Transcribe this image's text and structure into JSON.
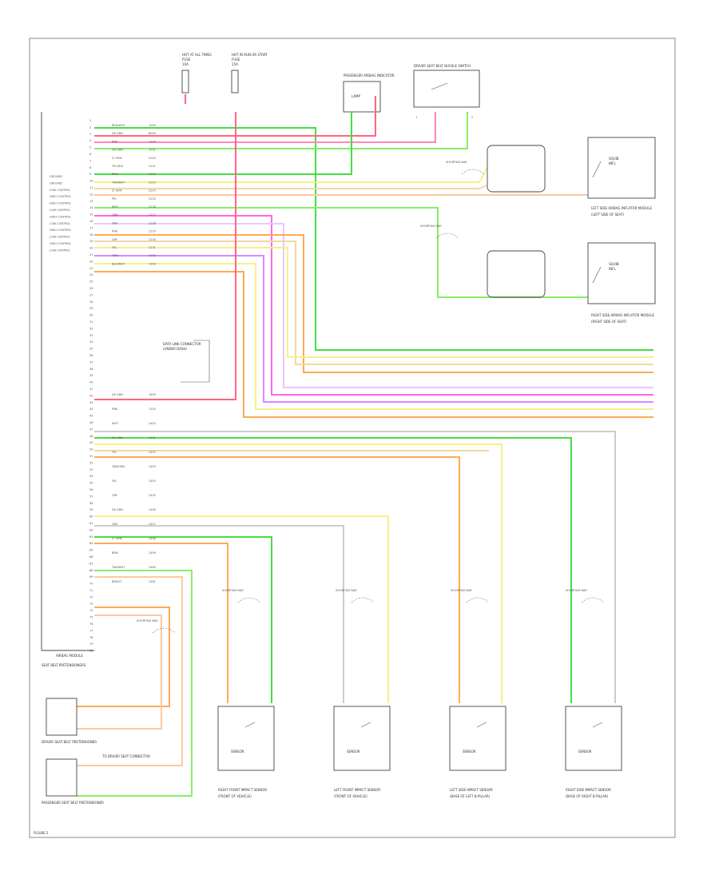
{
  "module": {
    "name": "AIRBAG MODULE",
    "functions": [
      "GROUND",
      "GROUND",
      "LOW CONTROL",
      "HIGH CONTROL",
      "HIGH CONTROL",
      "LOW CONTROL",
      "HIGH CONTROL",
      "LOW CONTROL",
      "HIGH CONTROL",
      "LOW CONTROL",
      "HIGH CONTROL",
      "LOW CONTROL"
    ],
    "pins": [
      "1",
      "2",
      "3",
      "4",
      "5",
      "6",
      "7",
      "8",
      "9",
      "10",
      "11",
      "12",
      "13",
      "14",
      "15",
      "16",
      "17",
      "18",
      "19",
      "20",
      "21",
      "22",
      "23",
      "24",
      "25",
      "26",
      "27",
      "28",
      "29",
      "30",
      "31",
      "32",
      "33",
      "34",
      "35",
      "36",
      "37",
      "38",
      "39",
      "40",
      "41",
      "42",
      "43",
      "44",
      "45",
      "46",
      "47",
      "48",
      "49",
      "50",
      "51",
      "52",
      "53",
      "54",
      "55",
      "56",
      "57",
      "58",
      "59",
      "60",
      "61",
      "62",
      "63",
      "64",
      "65",
      "66",
      "67",
      "68",
      "69",
      "70",
      "71",
      "72",
      "73",
      "74",
      "75",
      "76",
      "77",
      "78",
      "79",
      "80"
    ]
  },
  "fuses": {
    "left": {
      "title": "HOT AT ALL TIMES",
      "lines": [
        "FUSE",
        "10A"
      ]
    },
    "right": {
      "title": "HOT IN RUN OR START",
      "lines": [
        "FUSE",
        "15A"
      ]
    }
  },
  "top_components": {
    "passenger_indicator": {
      "title": "PASSENGER AIRBAG INDICATOR",
      "inner": "LAMP"
    },
    "seat_switch": {
      "title": "DRIVER SEAT BELT BUCKLE SWITCH",
      "pins": [
        "1",
        "2"
      ]
    }
  },
  "wires": {
    "colors": [
      "RED/WHT",
      "DK GRN",
      "PNK",
      "DK GRN",
      "LT GRN",
      "YEL/BLU",
      "BRN",
      "TAN/WHT",
      "LT GRN",
      "PPL",
      "WHT",
      "ORN",
      "TAN",
      "PNK",
      "GRY",
      "YEL",
      "ORN",
      "BLK/WHT",
      "DK GRN",
      "PNK",
      "WHT",
      "DK GRN",
      "YEL",
      "TAN/ORN",
      "YEL",
      "GRY",
      "DK GRN",
      "TAN",
      "LT GRN",
      "BRN",
      "TAN/WHT",
      "BRN/LT"
    ],
    "circuits": [
      "1050",
      "8000",
      "1225",
      "1051",
      "2020",
      "2121",
      "2122",
      "2123",
      "2124",
      "2125",
      "2126",
      "2127",
      "2128",
      "2129",
      "2130",
      "2131",
      "2132",
      "1950",
      "1855",
      "1225",
      "2450",
      "2451",
      "2452",
      "2453",
      "2454",
      "2455",
      "2456",
      "2457",
      "2458",
      "2459",
      "2460",
      "2461"
    ]
  },
  "right_components": {
    "left_side": {
      "title": "LEFT SIDE AIRBAG INFLATOR MODULE",
      "inner": [
        "SQUIB",
        "INFL"
      ],
      "note": "(LEFT SIDE OF SEAT)"
    },
    "right_side": {
      "title": "RIGHT SIDE AIRBAG INFLATOR MODULE",
      "inner": [
        "SQUIB",
        "INFL"
      ],
      "note": "(RIGHT SIDE OF SEAT)"
    }
  },
  "connector_labels": [
    "SHORTING BAR",
    "SHORTING BAR",
    "SHORTING BAR",
    "SHORTING BAR",
    "SHORTING BAR",
    "SHORTING BAR",
    "SHORTING BAR"
  ],
  "bottom_sensors": [
    {
      "title": "RIGHT FRONT IMPACT SENSOR",
      "sub": "(FRONT OF VEHICLE)",
      "bar": "SHORTING BAR",
      "inner": "SENSOR"
    },
    {
      "title": "LEFT FRONT IMPACT SENSOR",
      "sub": "(FRONT OF VEHICLE)",
      "bar": "SHORTING BAR",
      "inner": "SENSOR"
    },
    {
      "title": "LEFT SIDE IMPACT SENSOR",
      "sub": "(BASE OF LEFT B-PILLAR)",
      "bar": "SHORTING BAR",
      "inner": "SENSOR"
    },
    {
      "title": "RIGHT SIDE IMPACT SENSOR",
      "sub": "(BASE OF RIGHT B-PILLAR)",
      "bar": "SHORTING BAR",
      "inner": "SENSOR"
    }
  ],
  "bottom_left": {
    "driver_pret": "DRIVER SEAT BELT PRETENSIONER",
    "pass_pret": "PASSENGER SEAT BELT PRETENSIONER",
    "note": "SEAT BELT PRETENSIONERS",
    "c_label": "TO DRIVER SEAT CONNECTOR"
  },
  "ground_note": {
    "title": "DATA LINK CONNECTOR",
    "sub": "(UNDER DASH)"
  },
  "figure_id": "FIGURE-1",
  "palette": {
    "red": "#ff6680",
    "pink": "#ff88b8",
    "green": "#44dd44",
    "ltgreen": "#88ee66",
    "yellow": "#f6f088",
    "tan": "#f0d9a0",
    "orange": "#ffaa55",
    "magenta": "#ff66ee",
    "violet": "#d888ff",
    "grey": "#cccccc",
    "peach": "#ffc8a0",
    "lavender": "#e8c8ff",
    "brown": "#e8b878"
  }
}
